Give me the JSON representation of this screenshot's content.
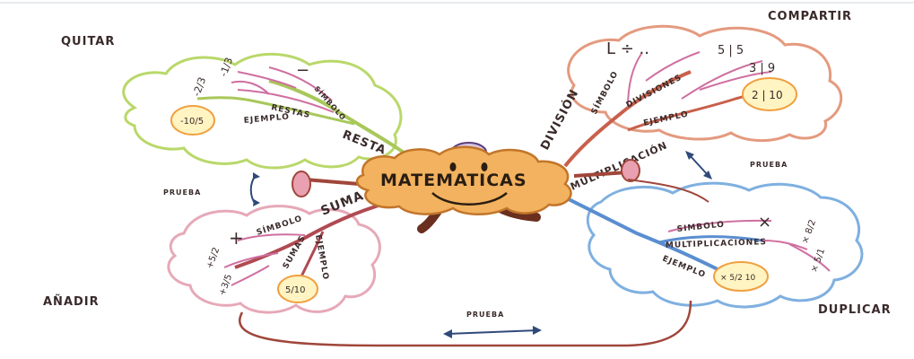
{
  "corner_labels": {
    "top_left": "QUITAR",
    "top_right": "COMPARTIR",
    "bottom_left": "AÑADIR",
    "bottom_right": "DUPLICAR"
  },
  "center": {
    "title": "MATEMATICAS"
  },
  "connectors": {
    "prueba_left": "PRUEBA",
    "prueba_right": "PRUEBA",
    "prueba_bottom": "PRUEBA"
  },
  "branches": {
    "resta": {
      "label": "RESTA",
      "simbolo": "SÍMBOLO",
      "restas": "RESTAS",
      "ejemplo": "EJEMPLO",
      "symbol_glyph": "−",
      "fraction_a": "-1/3",
      "fraction_b": "-2/3",
      "example_value": "-10/5"
    },
    "division": {
      "label": "DIVISIÓN",
      "simbolo": "SÍMBOLO",
      "divisiones": "DIVISIONES",
      "ejemplo": "EJEMPLO",
      "symbol_glyph": "L ÷ ..",
      "problem_a": "5 | 5",
      "problem_b": "3 | 9",
      "example_value": "2 | 10"
    },
    "suma": {
      "label": "SUMA",
      "simbolo": "SÍMBOLO",
      "sumas": "SUMAS",
      "ejemplo": "EJEMPLO",
      "symbol_glyph": "+",
      "fraction_a": "+5/2",
      "fraction_b": "+3/5",
      "example_value": "5/10"
    },
    "multiplicacion": {
      "label": "MULTIPLICACIÓN",
      "simbolo": "SIMBOLO",
      "multiplicaciones": "MULTIPLICACIONES",
      "ejemplo": "EJEMPLO",
      "symbol_glyph": "×",
      "problem_a": "× 8/2",
      "problem_b": "× 5/1",
      "example_value": "× 5/2 10"
    }
  },
  "colors": {
    "resta_cloud": "#b9d86a",
    "division_cloud": "#e49a7f",
    "suma_cloud": "#e6a9b8",
    "multiplicacion_cloud": "#7fb0e0",
    "center_fill": "#f2b25f",
    "center_stroke": "#c2752a",
    "ink": "#3a2a2a",
    "branch_brown": "#a0463b"
  }
}
